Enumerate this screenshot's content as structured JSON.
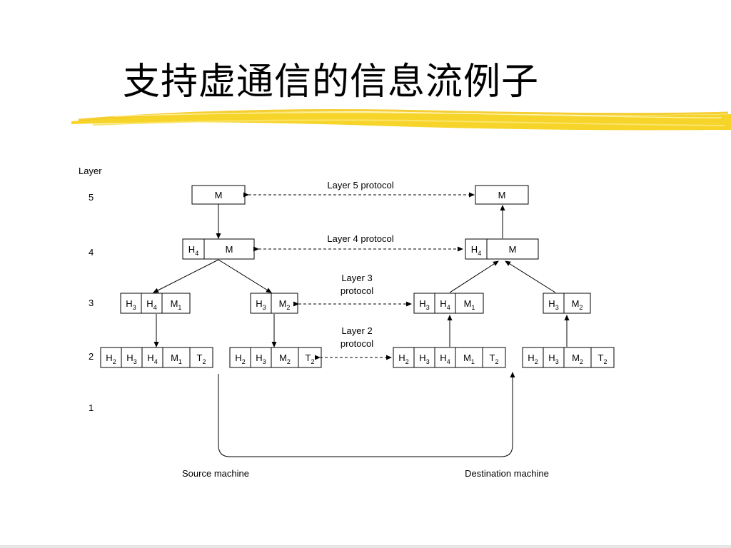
{
  "slide": {
    "title": "支持虚通信的信息流例子"
  },
  "diagram": {
    "layer_heading": "Layer",
    "layer_numbers": [
      "5",
      "4",
      "3",
      "2",
      "1"
    ],
    "protocols": {
      "layer5": "Layer 5 protocol",
      "layer4": "Layer 4 protocol",
      "layer3": [
        "Layer 3",
        "protocol"
      ],
      "layer2": [
        "Layer 2",
        "protocol"
      ]
    },
    "machines": {
      "source": "Source machine",
      "destination": "Destination machine"
    },
    "packets": {
      "l5": [
        [
          "M"
        ]
      ],
      "l4": [
        [
          "H4",
          "M"
        ]
      ],
      "l3a": [
        [
          "H3",
          "H4",
          "M1"
        ]
      ],
      "l3b": [
        [
          "H3",
          "M2"
        ]
      ],
      "l2a": [
        [
          "H2",
          "H3",
          "H4",
          "M1",
          "T2"
        ]
      ],
      "l2b": [
        [
          "H2",
          "H3",
          "M2",
          "T2"
        ]
      ]
    }
  }
}
